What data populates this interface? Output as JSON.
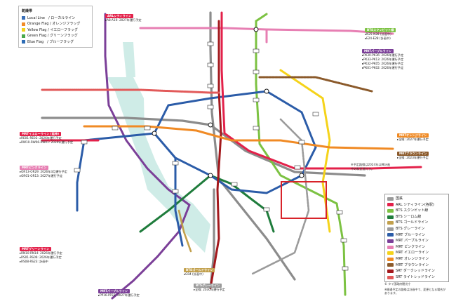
{
  "legend_flags": {
    "title": "乾燥帯",
    "items": [
      {
        "label": "Local Line　/ ローカルライン",
        "color": "#3a6fb7"
      },
      {
        "label": "Orange Flag / オレンジフラッグ",
        "color": "#f28c28"
      },
      {
        "label": "Yellow Flag / イエローフラッグ",
        "color": "#f2d21b"
      },
      {
        "label": "Green Flag / グリーンフラッグ",
        "color": "#49a84b"
      },
      {
        "label": "Blue Flag　/ ブルーフラッグ",
        "color": "#2f6db5"
      }
    ]
  },
  "legend_lines": {
    "items": [
      {
        "label": "国鉄",
        "color": "#9a9a9a"
      },
      {
        "label": "ARL シティライン(各駅)",
        "color": "#e3214a"
      },
      {
        "label": "BTS スクンビット線",
        "color": "#7cc242"
      },
      {
        "label": "BTS シーロム線",
        "color": "#1f7c3c"
      },
      {
        "label": "BTS ゴールドライン",
        "color": "#c2a04c"
      },
      {
        "label": "BTS グレーライン",
        "color": "#9b9b9b"
      },
      {
        "label": "MRT ブルーライン",
        "color": "#2b5ca8"
      },
      {
        "label": "MRT パープルライン",
        "color": "#7b3f98"
      },
      {
        "label": "MRT ピンクライン",
        "color": "#e77fb3"
      },
      {
        "label": "MRT イエローライン",
        "color": "#f5d31a"
      },
      {
        "label": "MRT オレンジライン",
        "color": "#f08a24"
      },
      {
        "label": "MRT ブラウンライン",
        "color": "#8b5a2b"
      },
      {
        "label": "SRT ダークレッドライン",
        "color": "#a3181c"
      },
      {
        "label": "SRT ライトレッドライン",
        "color": "#e25a5a"
      }
    ]
  },
  "copyright": "© タイ国政府観光庁",
  "bottom_note": "※開通予定の路線は計画中で、変更となる場合があります。",
  "map_note": "※予定路線は2024年以降計画中の駅区間です。",
  "callouts": [
    {
      "tag": "ARLシティライン",
      "tag_color": "#e3214a",
      "lines": [
        "A8-A10: 2027年運行予定"
      ]
    },
    {
      "tag": "BTSスクンビット線",
      "tag_color": "#7cc242",
      "lines": [
        "N25-N28 (計画中)",
        "E24-E28 (計画中)"
      ]
    },
    {
      "tag": "MRTパープルライン",
      "tag_color": "#7b3f98",
      "lines": [
        "PK30-PK36: 2026年運行予定",
        "PK33-PK13: 2026年運行予定",
        "PK32-PK05: 2026年運行予定",
        "PK01-PK02: 2026年運行予定"
      ]
    },
    {
      "tag": "MRTイエローライン (延伸)",
      "tag_color": "#e3214a",
      "lines": [
        "RE01-RE02: 2026年運行予定",
        "RW10-RW06-RW01: 2026年運行予定"
      ]
    },
    {
      "tag": "MRTオレンジライン",
      "tag_color": "#f08a24",
      "lines": [
        "全線: 2027年運行予定"
      ]
    },
    {
      "tag": "MRTピンクライン",
      "tag_color": "#e77fb3",
      "lines": [
        "OR13-OR29: 2026年3月運行予定",
        "OR01-OR13: 2027年運行予定"
      ]
    },
    {
      "tag": "MRTブラウンライン",
      "tag_color": "#8b5a2b",
      "lines": [
        "全線: 2023年運行予定"
      ]
    },
    {
      "tag": "MRTグリーンライン",
      "tag_color": "#e3214a",
      "lines": [
        "RN10-RN14: 2026年運行予定",
        "RS01-RS06: 2026年運行予定",
        "RS08-RS23: 計画中"
      ]
    },
    {
      "tag": "BTSゴールドライン",
      "tag_color": "#c2a04c",
      "lines": [
        "G04 (計画中)"
      ]
    },
    {
      "tag": "BTSグレーライン",
      "tag_color": "#9b9b9b",
      "lines": [
        "全線: 2030年運行予定"
      ]
    },
    {
      "tag": "MRTパープルライン",
      "tag_color": "#7b3f98",
      "lines": [
        "PP16-PP33: 2027年運行予定"
      ]
    }
  ]
}
